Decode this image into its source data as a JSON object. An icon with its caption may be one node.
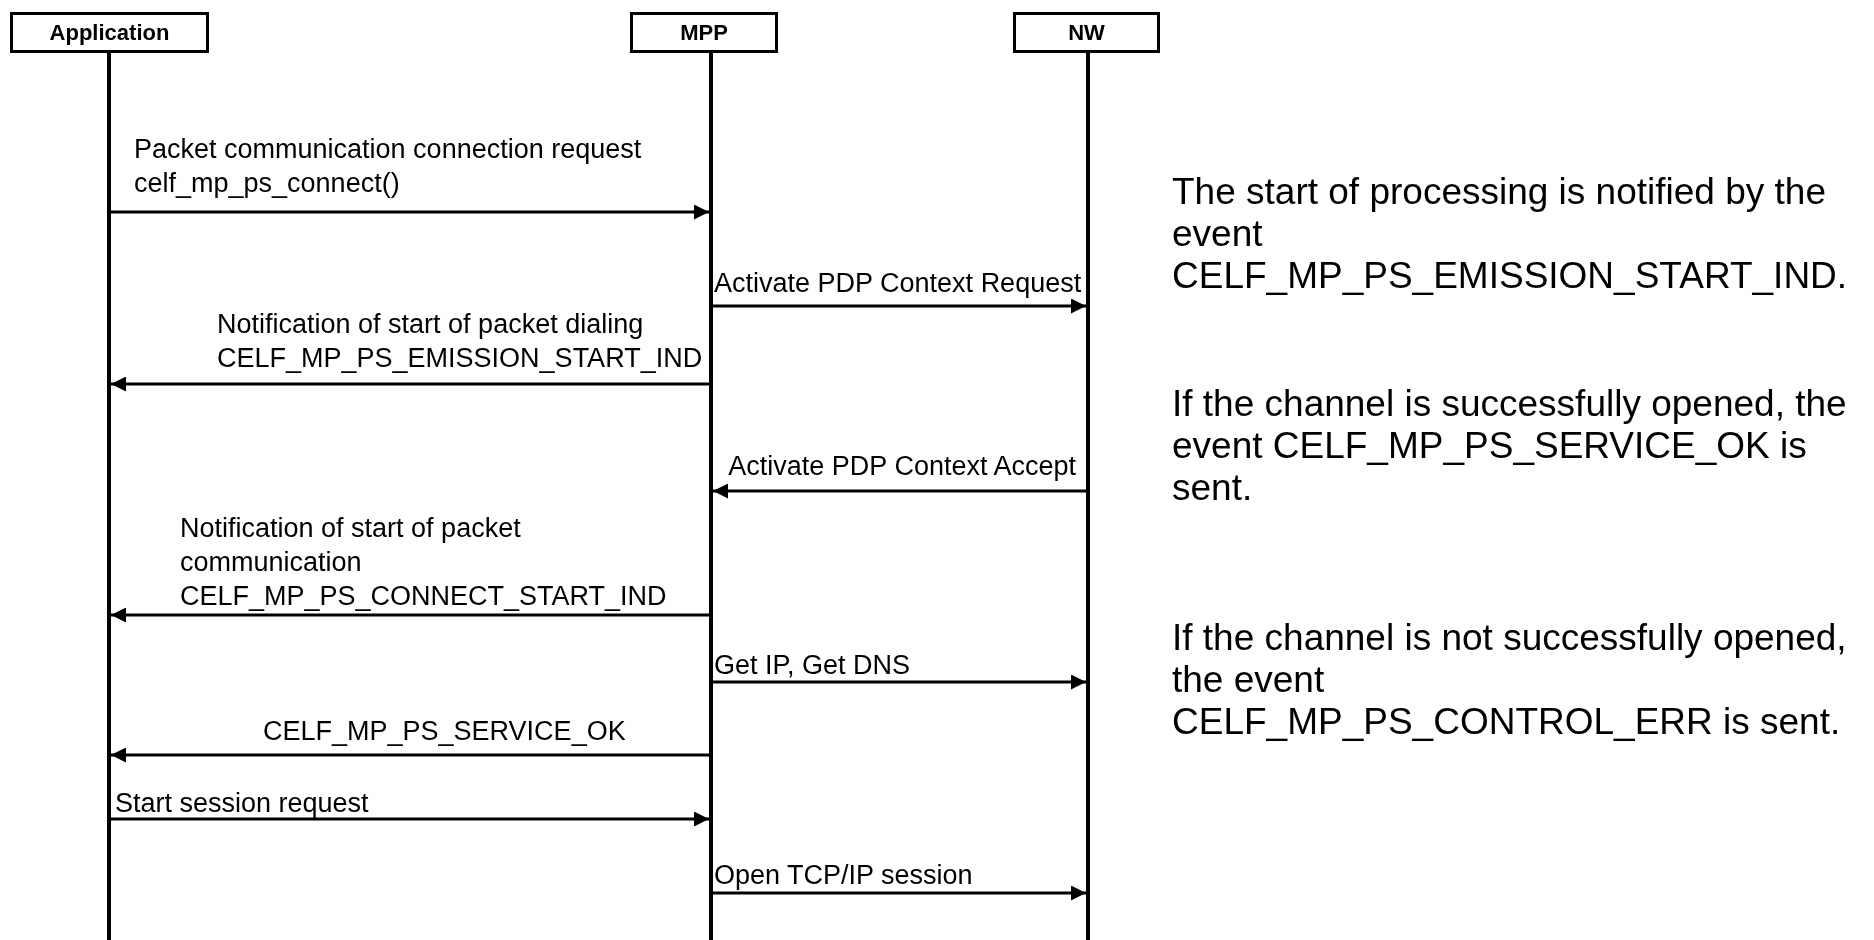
{
  "diagram": {
    "nodes": [
      {
        "text": [
          "Application"
        ]
      },
      {
        "text": [
          "MPP"
        ]
      },
      {
        "text": [
          "NW"
        ]
      }
    ],
    "edges": [
      {
        "from": 0,
        "to": 1,
        "arrow": "to",
        "label": "Packet communication connection request celf_mp_ps_connect()"
      },
      {
        "from": 1,
        "to": 2,
        "arrow": "to",
        "label": "Activate PDP Context Request"
      },
      {
        "from": 1,
        "to": 0,
        "arrow": "to",
        "label": "Notification of start of packet dialing CELF_MP_PS_EMISSION_START_IND"
      },
      {
        "from": 2,
        "to": 1,
        "arrow": "to",
        "label": "Activate PDP Context Accept"
      },
      {
        "from": 1,
        "to": 0,
        "arrow": "to",
        "label": "Notification of start of packet communication CELF_MP_PS_CONNECT_START_IND"
      },
      {
        "from": 1,
        "to": 2,
        "arrow": "to",
        "label": "Get IP, Get DNS"
      },
      {
        "from": 1,
        "to": 0,
        "arrow": "to",
        "label": "CELF_MP_PS_SERVICE_OK"
      },
      {
        "from": 0,
        "to": 1,
        "arrow": "to",
        "label": "Start session request"
      },
      {
        "from": 1,
        "to": 2,
        "arrow": "to",
        "label": "Open TCP/IP session"
      }
    ],
    "labels": [
      "The start of processing is notified by the event CELF_MP_PS_EMISSION_START_IND.",
      "If the channel is successfully opened, the event CELF_MP_PS_SERVICE_OK is sent.",
      "If the channel is not successfully opened, the event CELF_MP_PS_CONTROL_ERR is sent."
    ]
  }
}
